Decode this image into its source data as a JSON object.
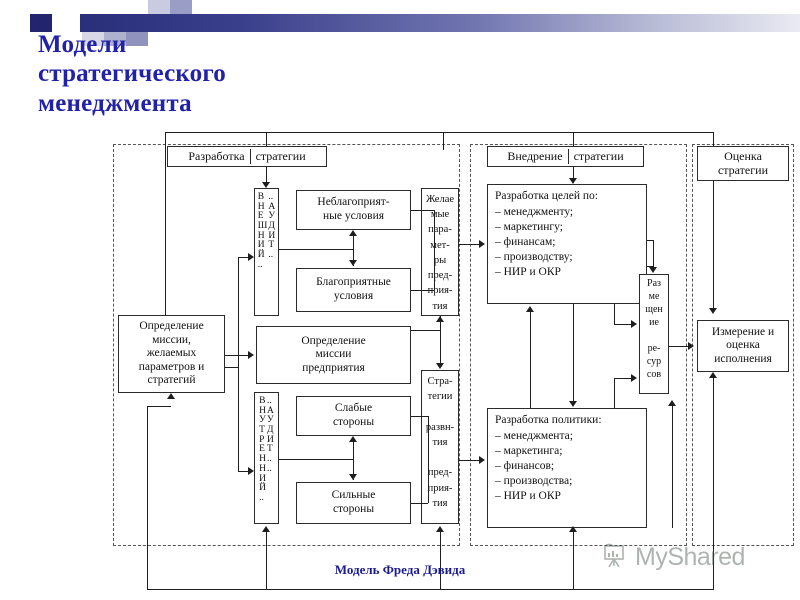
{
  "slide": {
    "title_line1": "Модели",
    "title_line2": "стратегического",
    "title_line3": "менеджмента",
    "title_color": "#2222a8",
    "caption": "Модель Фреда Дэвида",
    "caption_color": "#1b1b8f",
    "watermark": "MyShared"
  },
  "sections": {
    "develop": {
      "word1": "Разработка",
      "word2": "стратегии"
    },
    "implement": {
      "word1": "Внедрение",
      "word2": "стратегии"
    },
    "evaluate": {
      "line1": "Оценка",
      "line2": "стратегии"
    }
  },
  "boxes": {
    "mission_define": "Определение миссии, желаемых параметров и стратегий",
    "mission_enterprise": "Определение миссии предприятия",
    "unfavorable": "Неблагоприят-ные условия",
    "favorable": "Благоприятные условия",
    "weak": "Слабые стороны",
    "strong": "Сильные стороны",
    "measure": "Измерение и оценка исполнения"
  },
  "vertical_labels": {
    "external_audit": {
      "col1": "В Н Е Ш Н И Й ..",
      "col2": ".. А У Д И Т .."
    },
    "internal_audit": {
      "col1": "В Н У Т Р Е Н Н И Й ..",
      "col2": ".. А У Д И Т .."
    }
  },
  "stacked": {
    "desired_params": "Желае мые пара- мет- ры пред- прия- тия",
    "dev_strategies": "Стра- тегии развн- тия пред- прия- тия",
    "resources": "Раз ме щен ие ре- сур сов"
  },
  "goals": {
    "title": "Разработка целей по:",
    "items": [
      "– менеджменту;",
      "– маркетингу;",
      "– финансам;",
      "– производству;",
      "– НИР и ОКР"
    ]
  },
  "policy": {
    "title": "Разработка политики:",
    "items": [
      "– менеджмента;",
      "– маркетинга;",
      "– финансов;",
      "– производства;",
      "– НИР и ОКР"
    ]
  }
}
